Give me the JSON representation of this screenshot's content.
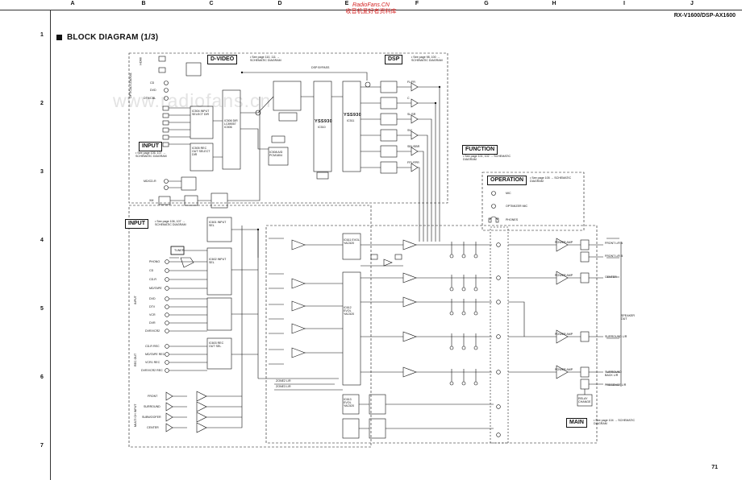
{
  "header": {
    "columns": [
      "A",
      "B",
      "C",
      "D",
      "E",
      "F",
      "G",
      "H",
      "I",
      "J"
    ],
    "rows": [
      "1",
      "2",
      "3",
      "4",
      "5",
      "6",
      "7"
    ],
    "model": "RX-V1600/DSP-AX1600",
    "watermark_line1": "RadioFans.CN",
    "watermark_line2": "收音机爱好者资料库",
    "page_watermark": "www.radiofans.cn"
  },
  "title": "BLOCK DIAGRAM (1/3)",
  "page_number": "71",
  "sections": {
    "dvideo": "D-VIDEO",
    "dsp": "DSP",
    "input_top": "INPUT",
    "input_main": "INPUT",
    "function": "FUNCTION",
    "operation": "OPERATION",
    "main": "MAIN"
  },
  "references": {
    "dvideo": "• See page 110, 111 → SCHEMATIC DIAGRAM",
    "dsp": "• See page 98, 100 → SCHEMATIC DIAGRAM",
    "input_top": "• See page 106, 107 → SCHEMATIC DIAGRAM",
    "input_main": "• See page 106, 107 → SCHEMATIC DIAGRAM",
    "function": "• See page 101, 102 → SCHEMATIC DIAGRAM",
    "operation": "• See page 105 → SCHEMATIC DIAGRAM",
    "main": "• See page 104 → SCHEMATIC DIAGRAM"
  },
  "chips": {
    "yss930": "YSS930",
    "yss930_ic": "IC510",
    "yss930b": "YSS930",
    "yss930b_ic": "IC511"
  },
  "labels": {
    "hdmi": "HDMI",
    "dsp_bypass": "DSP BYPASS",
    "tuner": "TUNER",
    "xm": "XM",
    "operation_items": [
      "MIC",
      "OPTIMIZER MIC",
      "PHONES"
    ],
    "outputs": [
      "FRONT L/R A",
      "FRONT L/R B",
      "CENTER",
      "SURROUND L/R",
      "SURROUND BACK L/R",
      "PRESENCE L/R"
    ],
    "speaker_out": "SPEAKER OUT",
    "relay": "RELAY CHANGE",
    "inputs_left": [
      "CD",
      "DVD",
      "DTV/CBL",
      "MD/CD-R"
    ],
    "analog_inputs": [
      "PHONO",
      "CD",
      "CD-R",
      "MD/TAPE",
      "DVD",
      "DTV",
      "VCR",
      "DVR",
      "DVR/VCR2"
    ],
    "rec_out": [
      "CD-R REC",
      "MD/TAPE REC",
      "VCR1 REC",
      "DVR/VCR2 REC"
    ],
    "multi_ch": [
      "FRONT",
      "SURROUND",
      "SUBWOOFER",
      "CENTER"
    ],
    "zones": [
      "ZONE2 L/R",
      "ZONE3 L/R"
    ],
    "channel_tags": [
      "FL/FR",
      "SL/SR",
      "SW",
      "C",
      "SBL/SBR",
      "FPL/FPR"
    ],
    "side_groups": [
      "OPTICAL/COAXIAL",
      "INPUT",
      "REC OUT",
      "MULTI CH INPUT"
    ],
    "amp_labels": [
      "POWER AMP",
      "POWER AMP",
      "POWER AMP",
      "POWER AMP",
      "POWER AMP"
    ],
    "small_ics": [
      "IC504 INPUT SELECT DIR",
      "IC505 REC OUT SELECT DIR",
      "IC506 DIR LC89057 IC506",
      "IC508 A/D PCM1804",
      "IC601 INPUT SEL",
      "IC602 INPUT SEL",
      "IC603 REC OUT SEL",
      "IC611 EVOL YAC520",
      "IC612 EVOL YAC520",
      "IC613 EVOL YAC520"
    ]
  }
}
